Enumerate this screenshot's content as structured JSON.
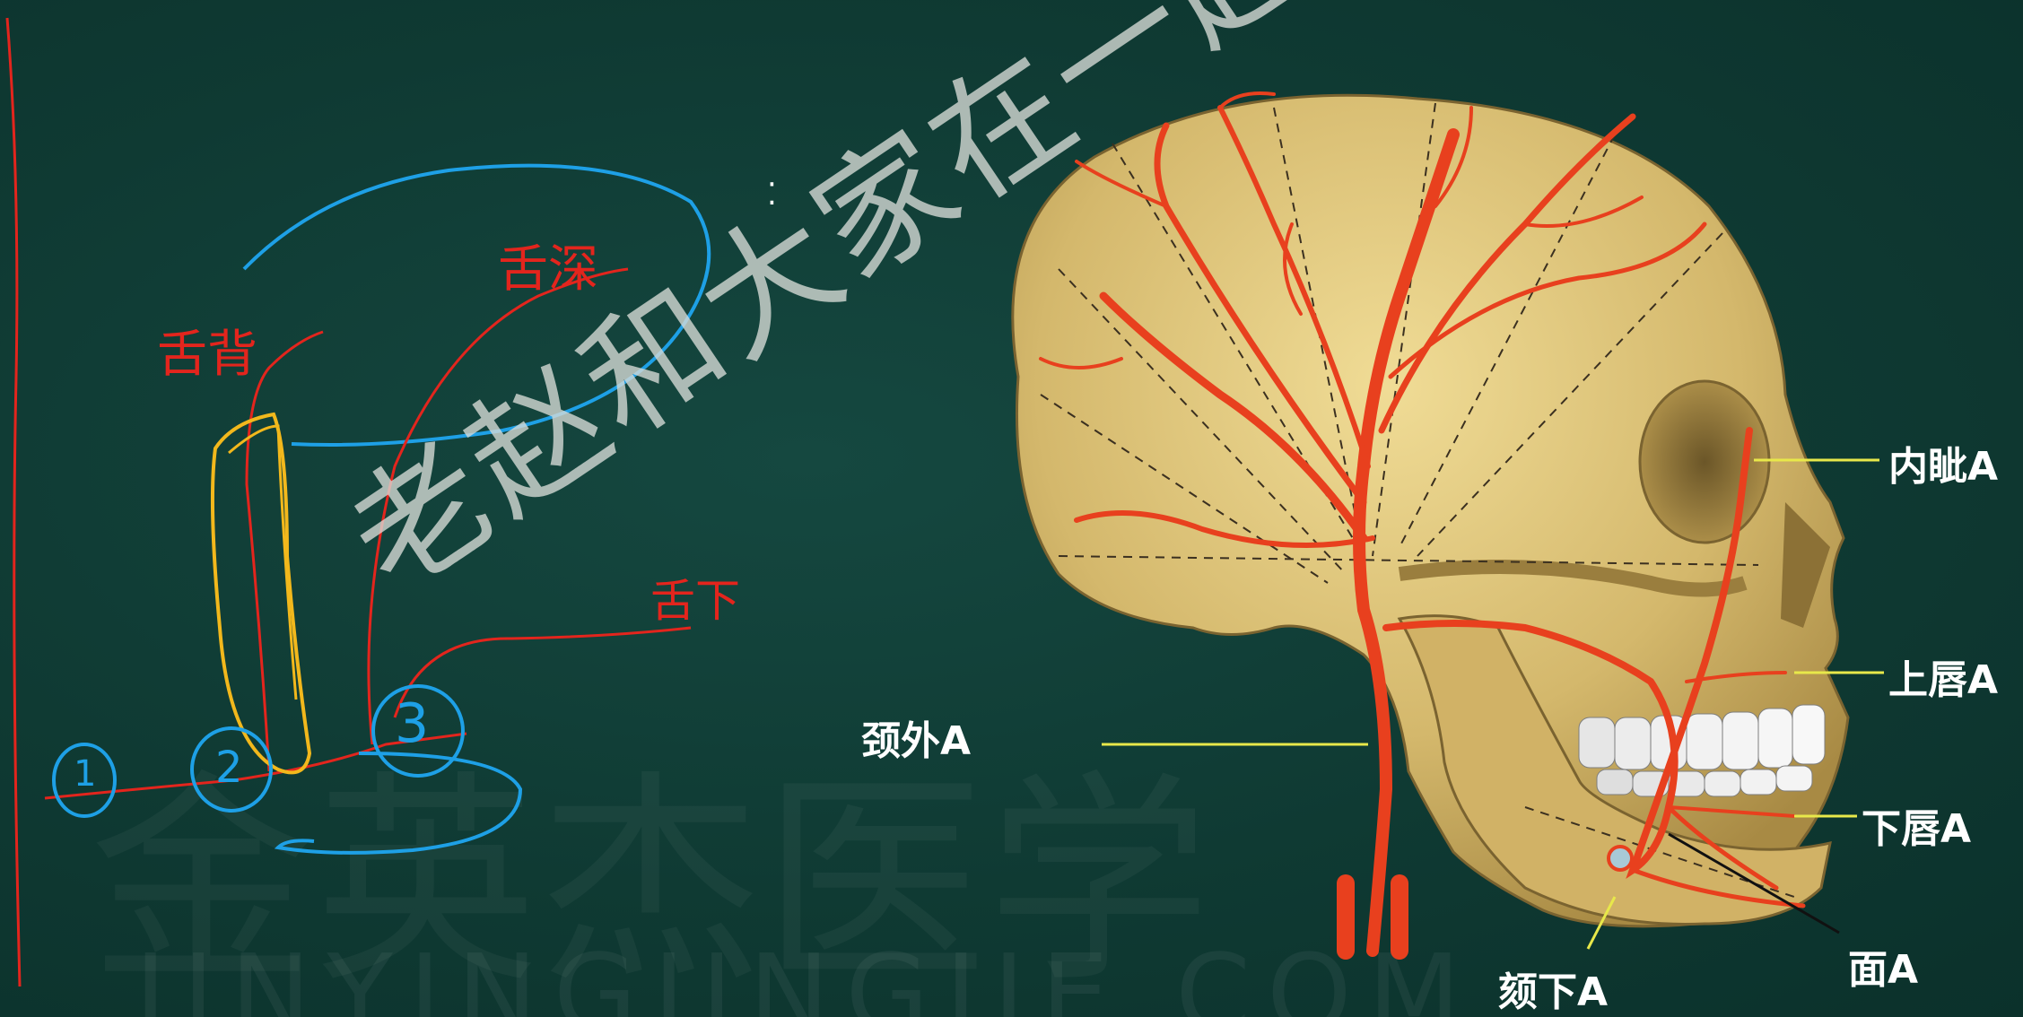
{
  "background": {
    "color": "#0f3a33"
  },
  "watermark": {
    "text": "老赵和大家在一起",
    "site": "JINYINGJINGJIE.COM",
    "brand": "金英杰医学"
  },
  "handwriting": {
    "tongue_dorsum": "舌背",
    "tongue_deep": "舌深",
    "sublingual": "舌下",
    "circle_1": "1",
    "circle_2": "2",
    "circle_3": "3"
  },
  "labels": {
    "angular": "内眦A",
    "superior_labial": "上唇A",
    "inferior_labial": "下唇A",
    "facial": "面A",
    "submental": "颏下A",
    "external_carotid": "颈外A"
  },
  "colors": {
    "red_ink": "#e3251d",
    "blue_ink": "#1ea0e6",
    "yellow_ink": "#f2b81c",
    "leader_line": "#e8e84a",
    "bone": "#d8c07a",
    "artery": "#e8401e"
  }
}
